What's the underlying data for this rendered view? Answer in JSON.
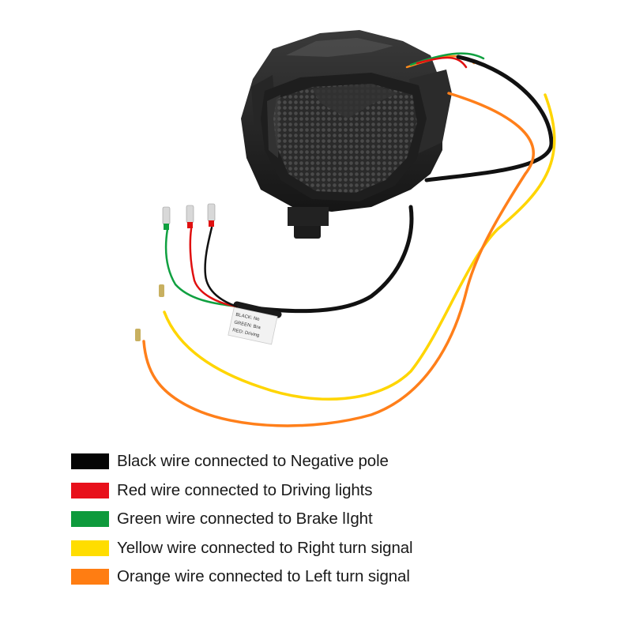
{
  "photo": {
    "subject": "smoked LED tail light with wiring harness",
    "tag_lines": [
      "BLACK: Ne",
      "GREEN: Bra",
      "RED: Driving"
    ]
  },
  "legend": {
    "items": [
      {
        "color": "#050505",
        "text": "Black wire connected to Negative pole"
      },
      {
        "color": "#e8101b",
        "text": "Red wire connected to Driving lights"
      },
      {
        "color": "#0e9a3c",
        "text": "Green wire connected to Brake lIght"
      },
      {
        "color": "#ffdd00",
        "text": "Yellow wire connected to Right turn signal"
      },
      {
        "color": "#ff7d12",
        "text": "Orange wire connected to Left turn signal"
      }
    ]
  }
}
